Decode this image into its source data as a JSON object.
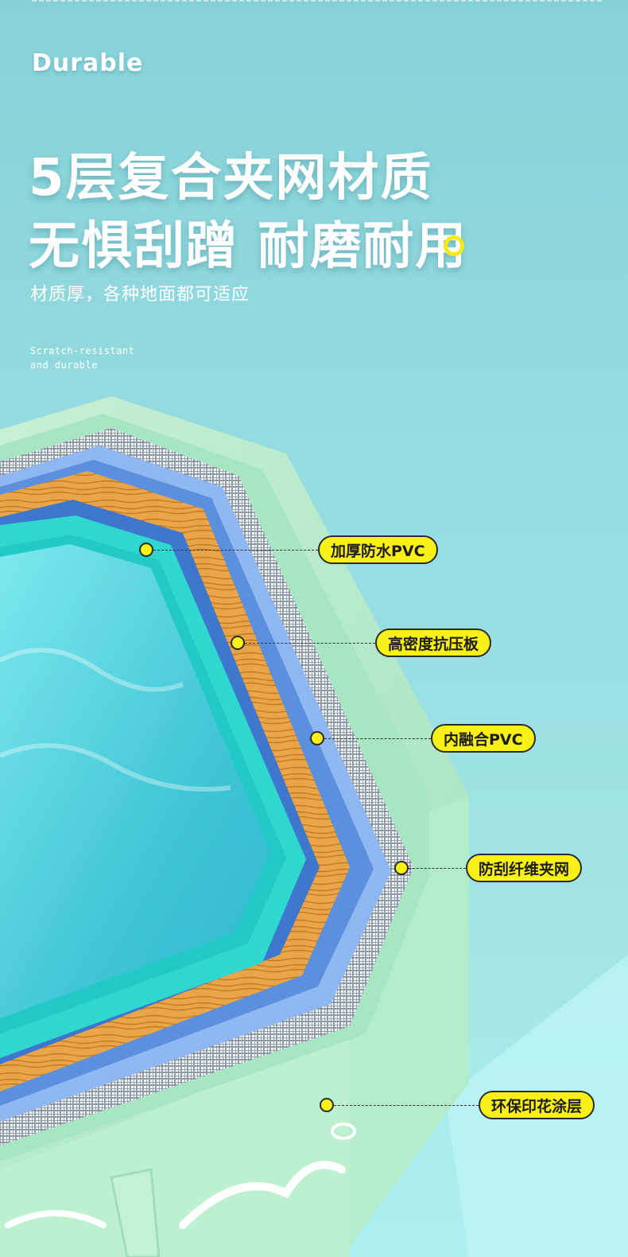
{
  "header": {
    "eyebrow": "Durable",
    "headline_line1": "5层复合夹网材质",
    "headline_line2": "无惧刮蹭 耐磨耐用",
    "subtitle": "材质厚，各种地面都可适应",
    "english_line1": "Scratch-resistant",
    "english_line2": "and durable"
  },
  "callouts": [
    {
      "label": "加厚防水PVC"
    },
    {
      "label": "高密度抗压板"
    },
    {
      "label": "内融合PVC"
    },
    {
      "label": "防刮纤维夹网"
    },
    {
      "label": "环保印花涂层"
    }
  ],
  "colors": {
    "background": "#8ed7dc",
    "accent_yellow": "#f8f017",
    "pool_outer": "#b7e8c6",
    "pool_liner": "#34d9cf",
    "blue_layer": "#8fb8f2",
    "board_wood": "#e7a24a"
  }
}
